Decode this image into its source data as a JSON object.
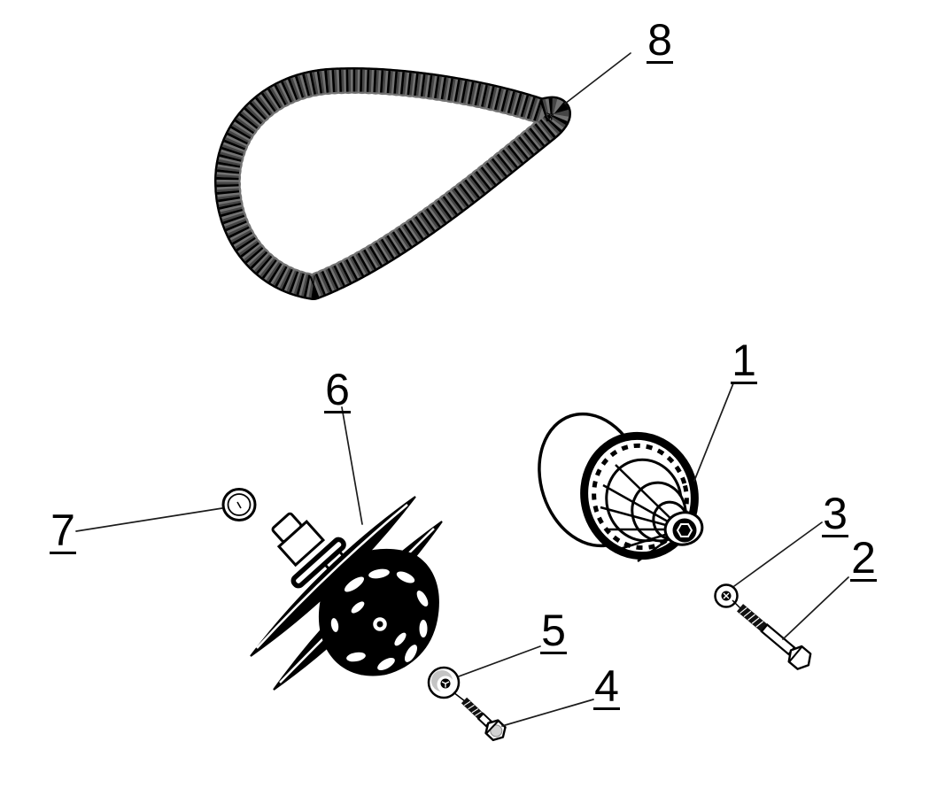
{
  "diagram": {
    "kind": "exploded-parts-diagram",
    "background_color": "#ffffff",
    "line_color": "#000000",
    "tooth_shade_color": "#9a9a9a",
    "washer_shade_color": "#c4c4c4",
    "callouts": [
      {
        "number": "1",
        "part_icon": "primary-drive-clutch"
      },
      {
        "number": "2",
        "part_icon": "hex-bolt-long"
      },
      {
        "number": "3",
        "part_icon": "small-washer"
      },
      {
        "number": "4",
        "part_icon": "hex-bolt-short"
      },
      {
        "number": "5",
        "part_icon": "large-washer"
      },
      {
        "number": "6",
        "part_icon": "secondary-driven-clutch"
      },
      {
        "number": "7",
        "part_icon": "seal-ring"
      },
      {
        "number": "8",
        "part_icon": "cogged-drive-belt"
      }
    ]
  }
}
